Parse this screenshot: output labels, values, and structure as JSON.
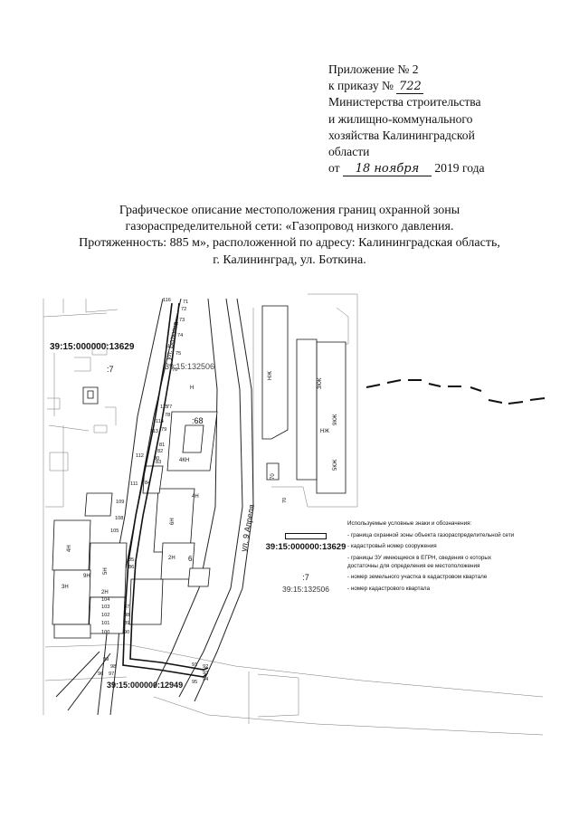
{
  "appendix": {
    "line1": "Приложение № 2",
    "order_prefix": "к приказу №",
    "order_number": "722",
    "line3": "Министерства строительства",
    "line4": "и жилищно-коммунального",
    "line5": "хозяйства Калининградской",
    "line6": "области",
    "date_prefix": "от",
    "date_handwritten": "18 ноября",
    "date_suffix": "2019 года"
  },
  "title": {
    "line1": "Графическое описание местоположения границ охранной зоны",
    "line2": "газораспределительной сети: «Газопровод низкого давления.",
    "line3": "Протяженность: 885 м», расположенной по адресу: Калининградская область,",
    "line4": "г. Калининград, ул. Боткина."
  },
  "map": {
    "cadastral_top": "39:15:000000:13629",
    "quarter_label": "39:15:132506",
    "parcel_7": ":7",
    "parcel_68": ":68",
    "parcel_6": "6",
    "cadastral_bottom": "39:15:000000:12949",
    "street_botkina": "ул. Боткина",
    "street_april": "ул. 9 Апреля",
    "point_labels": [
      "116",
      "115",
      "114",
      "113",
      "112",
      "111",
      "109",
      "108",
      "105",
      "104",
      "103",
      "102",
      "101",
      "100",
      "99",
      "98",
      "97",
      "96",
      "95",
      "94",
      "93",
      "92",
      "91",
      "90",
      "89",
      "88",
      "87",
      "86",
      "85",
      "84",
      "83",
      "82",
      "81",
      "80",
      "79",
      "78",
      "77",
      "76",
      "75",
      "74",
      "73",
      "72",
      "71",
      "70"
    ],
    "building_labels": [
      "Н",
      "2Н",
      "3Н",
      "4Н",
      "5Н",
      "6Н",
      "9Н",
      "2Н",
      "4КН",
      "НЖ",
      "НЖ",
      "3КЖ",
      "5КЖ",
      "9КЖ",
      "4Н",
      "70"
    ]
  },
  "legend": {
    "heading": "Используемые  условные знаки и обозначения:",
    "items": [
      {
        "symbol": "",
        "text": "- граница охранной зоны объекта газораспределительной сети"
      },
      {
        "symbol": "39:15:000000:13629",
        "text": "- кадастровый номер сооружения"
      },
      {
        "symbol": "",
        "text": "- границы ЗУ имеющиеся в ЕГРН, сведения о которых"
      },
      {
        "symbol": "",
        "text": "  достаточны для определения ее местоположения"
      },
      {
        "symbol": ":7",
        "text": "- номер земельного участка в кадастровом квартале"
      },
      {
        "symbol": "39:15:132506",
        "text": "- номер кадастрового квартала"
      }
    ]
  }
}
